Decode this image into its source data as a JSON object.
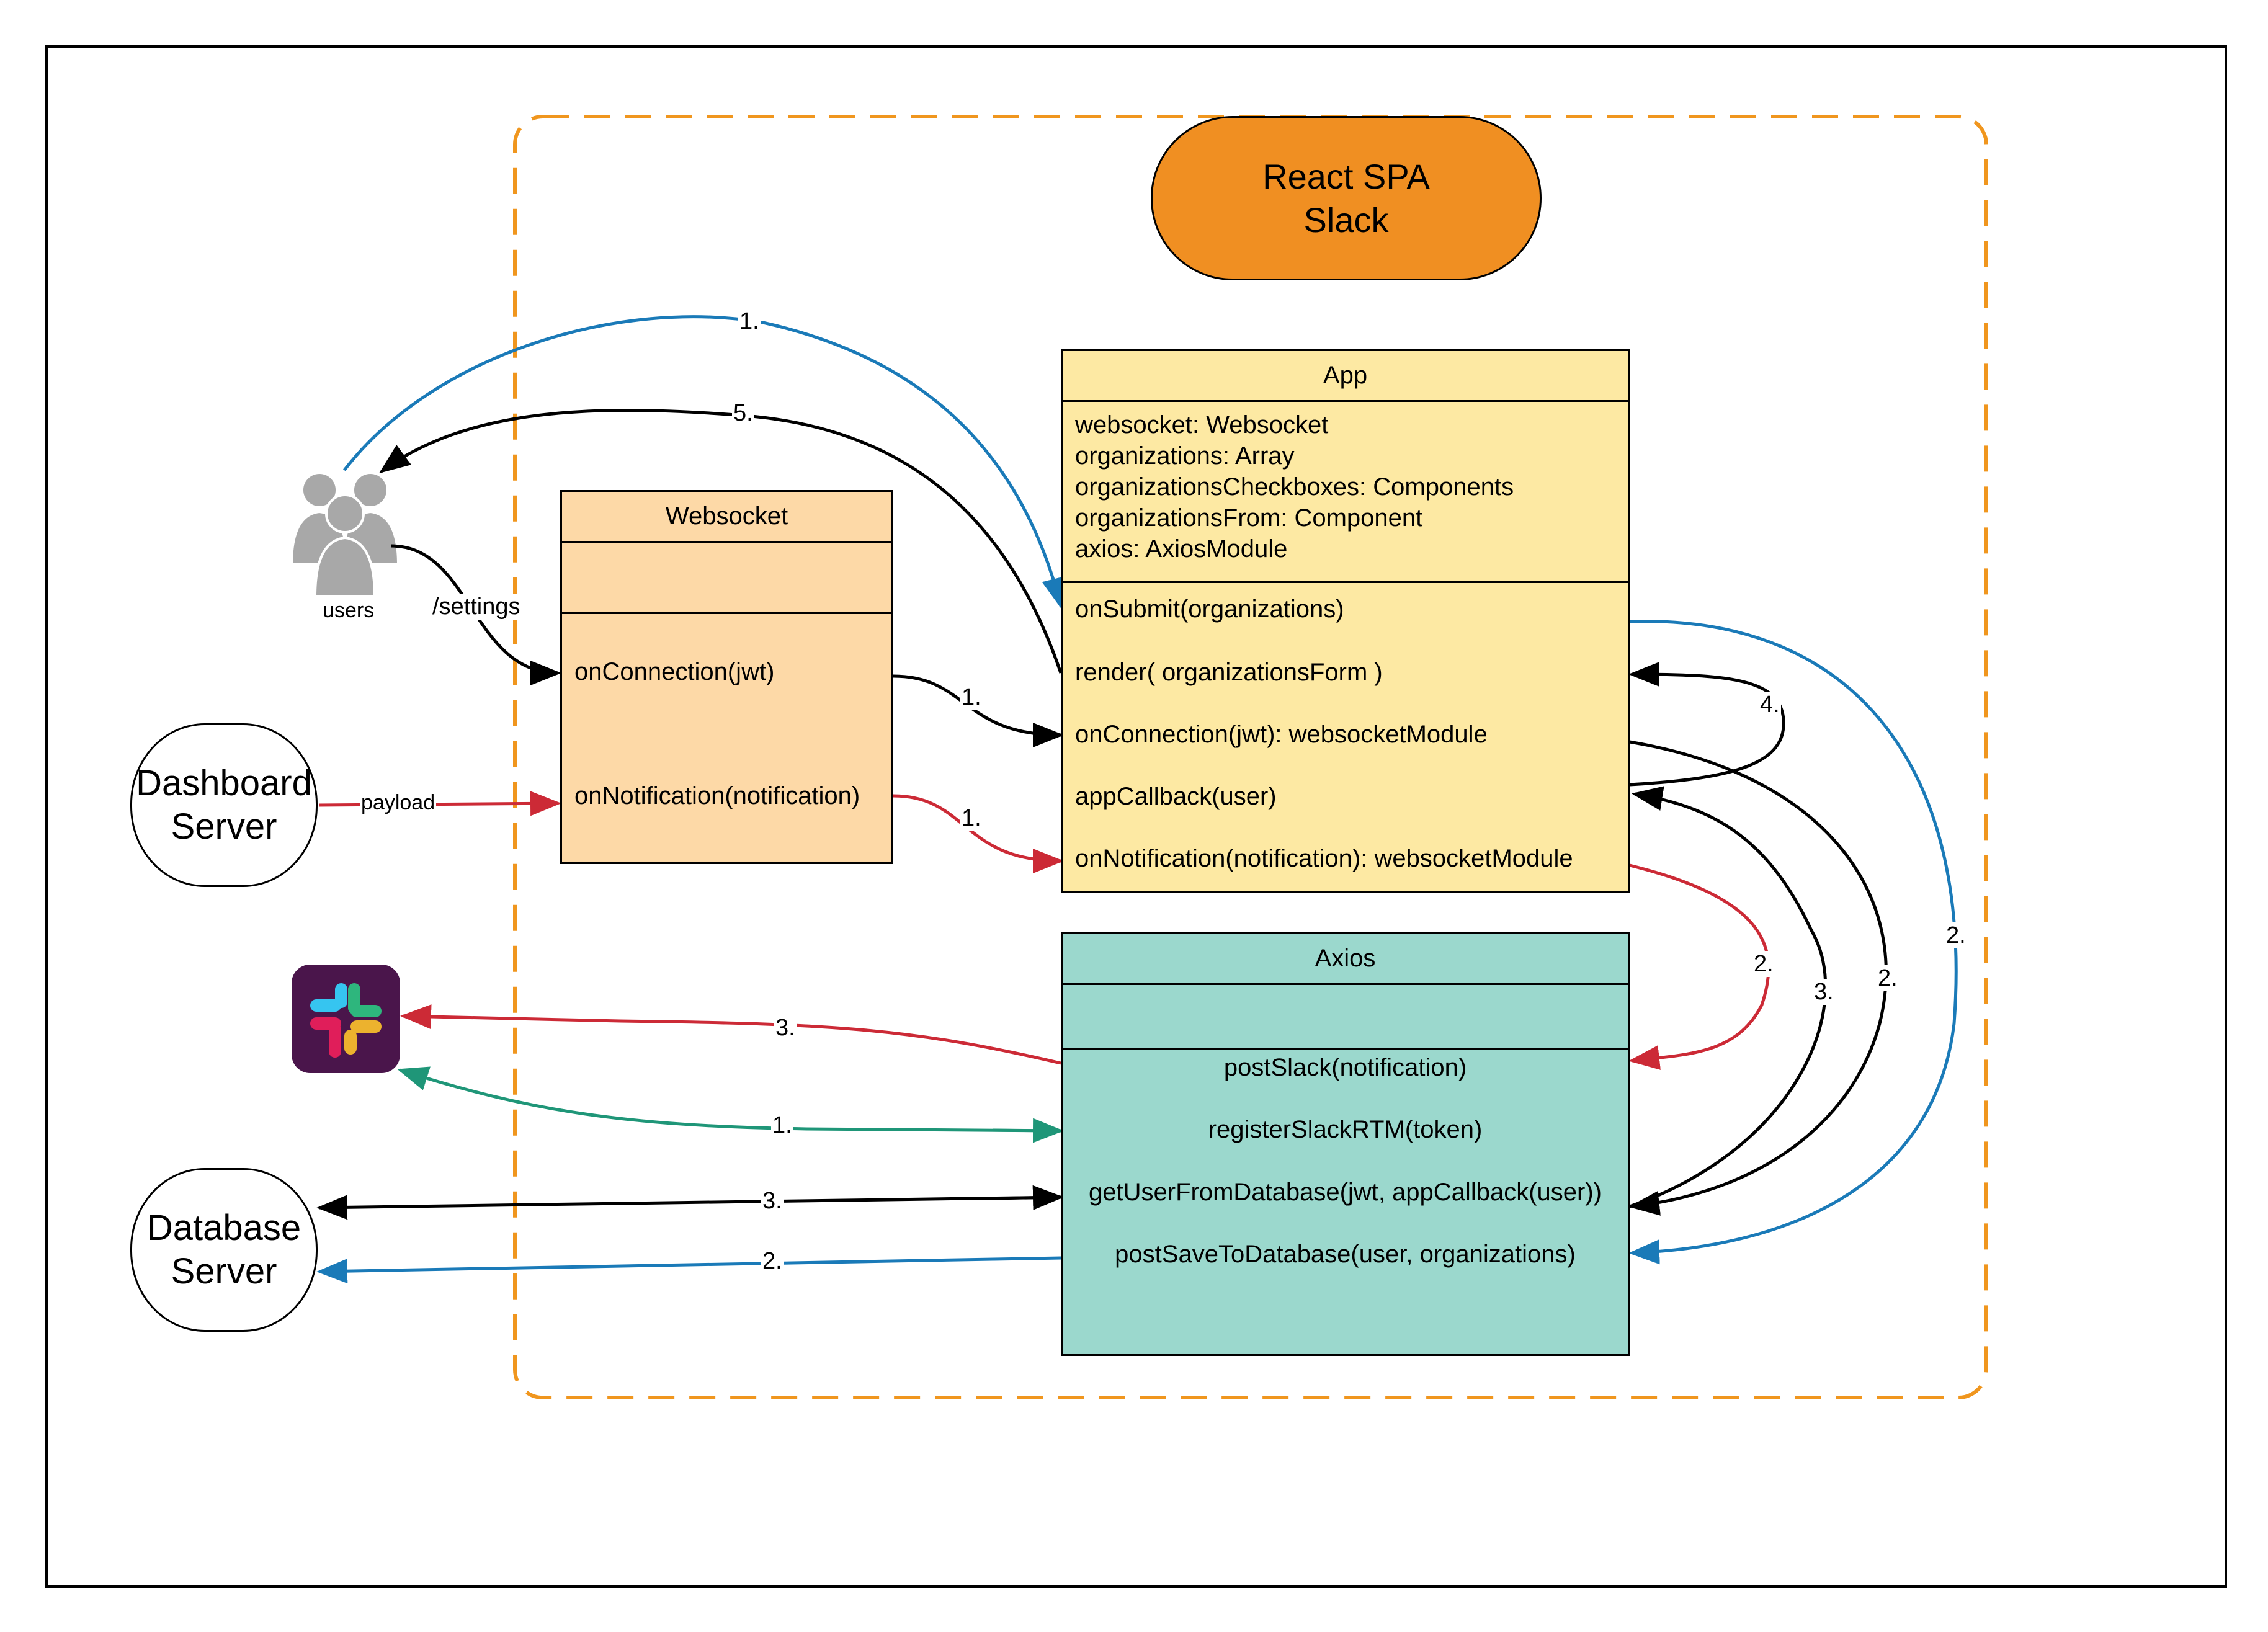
{
  "pill": {
    "line1": "React SPA",
    "line2": "Slack"
  },
  "users_label": "users",
  "dashboard_server": {
    "line1": "Dashboard",
    "line2": "Server"
  },
  "database_server": {
    "line1": "Database",
    "line2": "Server"
  },
  "websocket_class": {
    "title": "Websocket",
    "methods": [
      "onConnection(jwt)",
      "onNotification(notification)"
    ]
  },
  "app_class": {
    "title": "App",
    "attributes": [
      "websocket: Websocket",
      "organizations: Array",
      "organizationsCheckboxes: Components",
      "organizationsFrom: Component",
      "axios: AxiosModule"
    ],
    "methods": [
      "onSubmit(organizations)",
      "render(  organizationsForm  )",
      "onConnection(jwt): websocketModule",
      "appCallback(user)",
      "onNotification(notification): websocketModule"
    ]
  },
  "axios_class": {
    "title": "Axios",
    "methods": [
      "postSlack(notification)",
      "registerSlackRTM(token)",
      "getUserFromDatabase(jwt, appCallback(user))",
      "postSaveToDatabase(user, organizations)"
    ]
  },
  "edge_labels": {
    "settings": "/settings",
    "payload": "payload",
    "users_to_app": "1.",
    "app_to_users": "5.",
    "ws_connection": "1.",
    "ws_notification": "1.",
    "app_self": "4.",
    "app_to_axios_slack": "2.",
    "callback_return": "3.",
    "app_to_axios_db": "2.",
    "submit_to_axios": "2.",
    "axios_to_slack": "3.",
    "rtm_to_slack": "1.",
    "db_get": "3.",
    "db_save": "2."
  },
  "colors": {
    "black": "#000000",
    "blue": "#1a7ab8",
    "red": "#cc2a36",
    "teal": "#1f9678",
    "orange_dash": "#f0961e",
    "app_fill": "#fde9a3",
    "websocket_fill": "#fdd9a7",
    "axios_fill": "#9bd8cd",
    "pill_fill": "#f08f22"
  }
}
